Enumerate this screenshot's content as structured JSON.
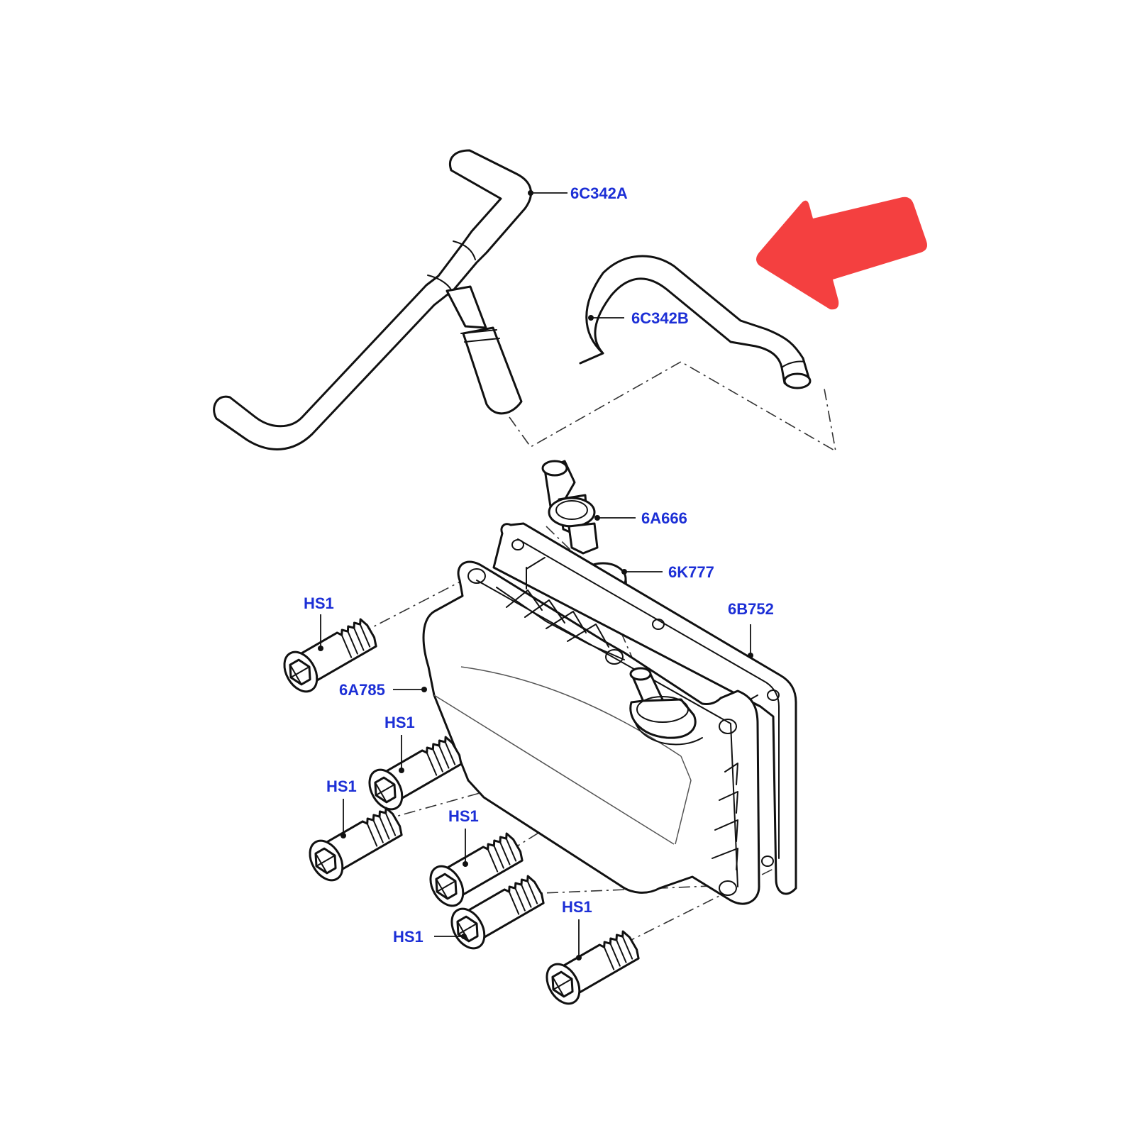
{
  "colors": {
    "label_text": "#1c2fd6",
    "line": "#111111",
    "highlight_arrow": "#f44040"
  },
  "icons": {
    "highlight": "red-arrow-icon",
    "fastener": "flange-bolt-icon"
  },
  "labels": {
    "hose_a": "6C342A",
    "hose_b": "6C342B",
    "valve": "6A666",
    "grommet": "6K777",
    "gasket": "6B752",
    "cover": "6A785",
    "bolt_1": "HS1",
    "bolt_2": "HS1",
    "bolt_3": "HS1",
    "bolt_4": "HS1",
    "bolt_5": "HS1",
    "bolt_6": "HS1"
  }
}
